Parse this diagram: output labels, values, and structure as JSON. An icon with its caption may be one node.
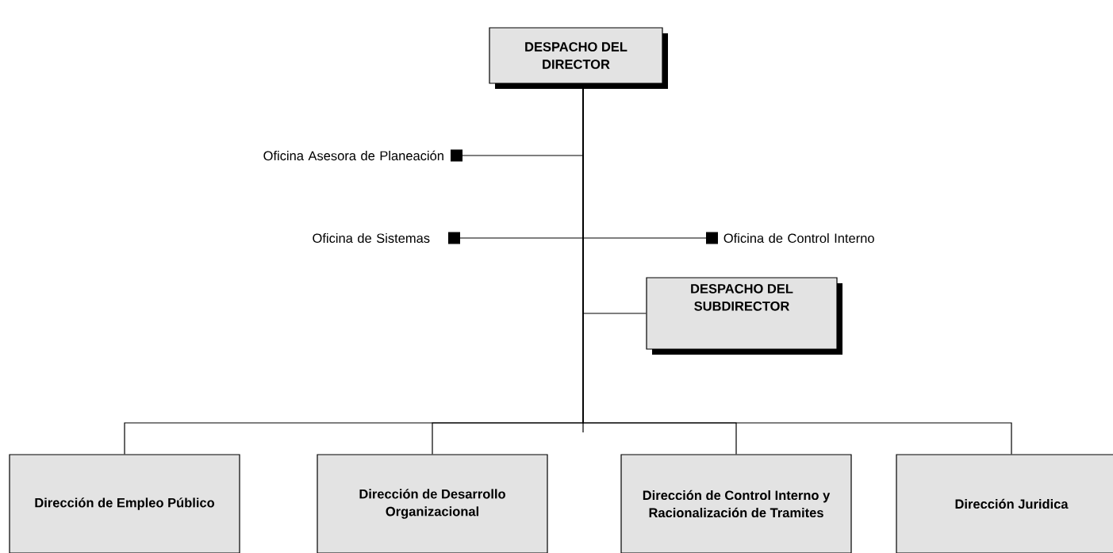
{
  "diagram": {
    "nodes": [
      {
        "text": [
          "DESPACHO DEL DIRECTOR"
        ]
      },
      {
        "text": [
          "Oficina Asesora de Planeación"
        ]
      },
      {
        "text": [
          "Oficina de Sistemas"
        ]
      },
      {
        "text": [
          "Oficina de Control Interno"
        ]
      },
      {
        "text": [
          "DESPACHO DEL SUBDIRECTOR"
        ]
      },
      {
        "text": [
          "Dirección de Empleo Público"
        ]
      },
      {
        "text": [
          "Dirección de Desarrollo Organizacional"
        ]
      },
      {
        "text": [
          "Dirección de Control Interno y Racionalización de Tramites"
        ]
      },
      {
        "text": [
          "Dirección Juridica"
        ]
      }
    ],
    "edges": [
      {
        "from": 0,
        "to": 1,
        "arrow": "other"
      },
      {
        "from": 0,
        "to": 2,
        "arrow": "other"
      },
      {
        "from": 0,
        "to": 3,
        "arrow": "other"
      },
      {
        "from": 0,
        "to": 4,
        "arrow": "none"
      },
      {
        "from": 0,
        "to": 5,
        "arrow": "none"
      },
      {
        "from": 0,
        "to": 6,
        "arrow": "none"
      },
      {
        "from": 0,
        "to": 7,
        "arrow": "none"
      },
      {
        "from": 0,
        "to": 8,
        "arrow": "none"
      }
    ]
  }
}
